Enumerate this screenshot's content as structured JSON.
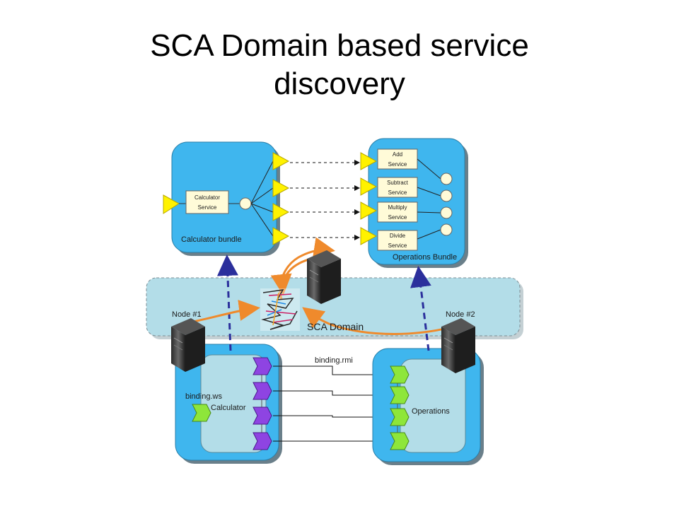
{
  "title": {
    "line1": "SCA Domain based service",
    "line2": "discovery"
  },
  "calculator_bundle": {
    "label": "Calculator bundle",
    "service_line1": "Calculator",
    "service_line2": "Service"
  },
  "operations_bundle": {
    "label": "Operations Bundle",
    "services": [
      {
        "line1": "Add",
        "line2": "Service"
      },
      {
        "line1": "Subtract",
        "line2": "Service"
      },
      {
        "line1": "Multiply",
        "line2": "Service"
      },
      {
        "line1": "Divide",
        "line2": "Service"
      }
    ]
  },
  "domain": {
    "label": "SCA Domain",
    "node1": "Node #1",
    "node2": "Node #2"
  },
  "calculator_component": {
    "label": "Calculator",
    "binding": "binding.ws"
  },
  "operations_component": {
    "label": "Operations",
    "binding": "binding.rmi"
  },
  "colors": {
    "bundle_fill": "#3fb6ee",
    "domain_fill": "#b3dde8",
    "reference_triangle": "#fff200",
    "purple_arrow": "#8e44e2",
    "green_arrow": "#8ee63a",
    "orange_arrow": "#ef8a2c",
    "dash_blue": "#2b2f9c"
  }
}
